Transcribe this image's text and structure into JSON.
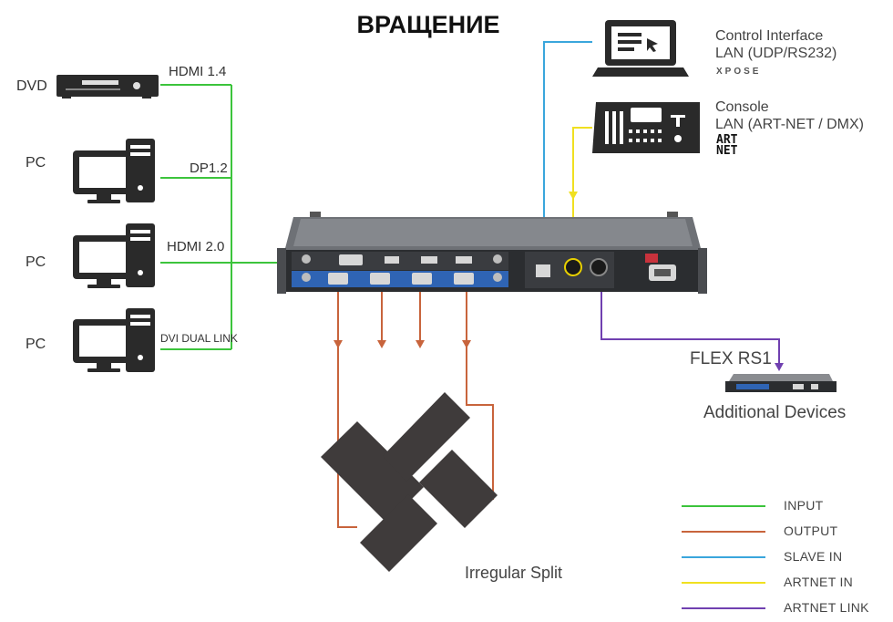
{
  "title": "ВРАЩЕНИЕ",
  "sources": [
    {
      "name": "DVD",
      "signal": "HDMI 1.4"
    },
    {
      "name": "PC",
      "signal": "DP1.2"
    },
    {
      "name": "PC",
      "signal": "HDMI 2.0"
    },
    {
      "name": "PC",
      "signal": "DVI DUAL LINK"
    }
  ],
  "control_interface": {
    "line1": "Control Interface",
    "line2": "LAN (UDP/RS232)",
    "logo": "XPOSE"
  },
  "console": {
    "line1": "Console",
    "line2": "LAN (ART-NET / DMX)",
    "logo_line1": "ART",
    "logo_line2": "NET"
  },
  "flex": {
    "name": "FLEX RS1",
    "caption": "Additional Devices"
  },
  "output_caption": "Irregular Split",
  "legend": [
    {
      "label": "INPUT",
      "color": "#3cc43c"
    },
    {
      "label": "OUTPUT",
      "color": "#c8643c"
    },
    {
      "label": "SLAVE IN",
      "color": "#3aa6dc"
    },
    {
      "label": "ARTNET IN",
      "color": "#f0e020"
    },
    {
      "label": "ARTNET LINK",
      "color": "#7040b0"
    }
  ],
  "icons": [
    "dvd-player-icon",
    "pc-icon",
    "laptop-icon",
    "console-icon",
    "video-processor-device",
    "flex-device-icon"
  ]
}
